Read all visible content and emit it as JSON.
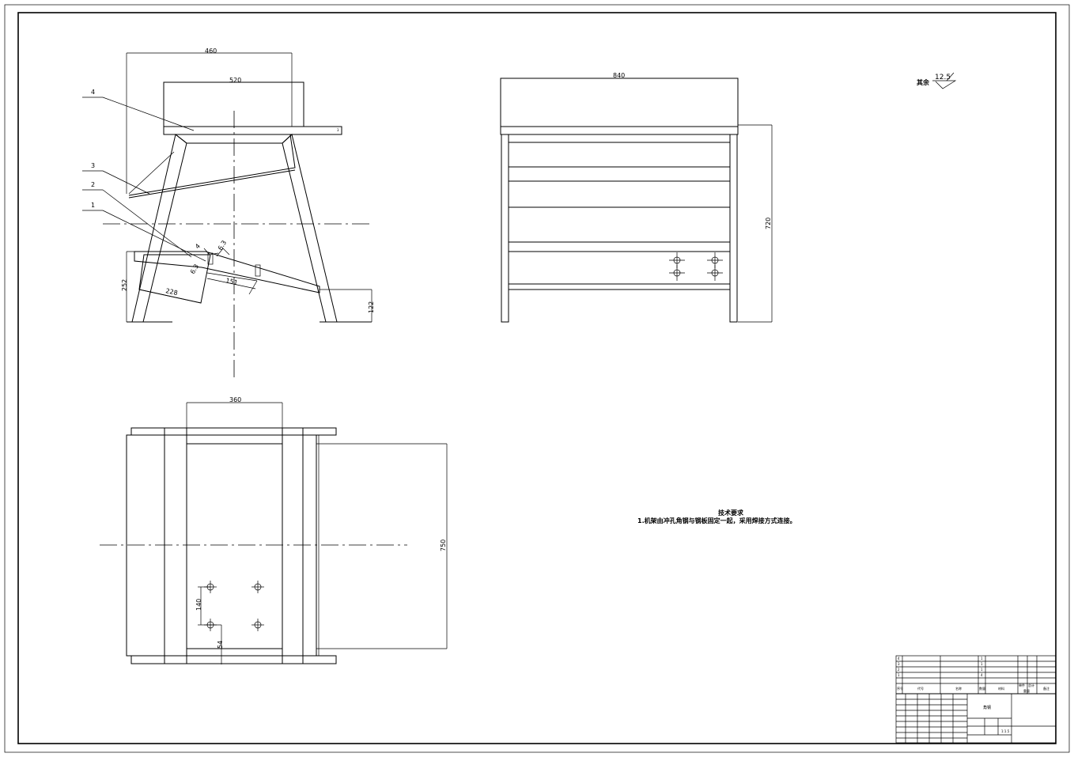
{
  "dimensions": {
    "side_top_width": "460",
    "side_table_width": "520",
    "side_height_left": "252",
    "side_length_228": "228",
    "side_length_151": "151",
    "side_height_right": "122",
    "front_width": "840",
    "front_height": "720",
    "plan_width": "360",
    "plan_length": "750",
    "plan_hole_spacing": "140",
    "plan_offset": "54"
  },
  "weld_symbols": {
    "w1": "6.3",
    "w2": "6.3",
    "w3": "4"
  },
  "part_callouts": [
    "4",
    "3",
    "2",
    "1"
  ],
  "roughness": {
    "label": "其余",
    "value": "12.5"
  },
  "technical_requirements": {
    "heading": "技术要求",
    "item1": "1.机架由冲孔角钢与钢板固定一起，采用焊接方式连接。"
  },
  "title_block": {
    "drawing_name": "角钢",
    "scale": "1:1.5",
    "headers": {
      "seq": "序号",
      "code": "代号",
      "name": "名称",
      "qty": "数量",
      "material": "材料",
      "unit_weight": "单件",
      "total_weight": "总计",
      "weight": "重量",
      "remark": "备注"
    }
  }
}
